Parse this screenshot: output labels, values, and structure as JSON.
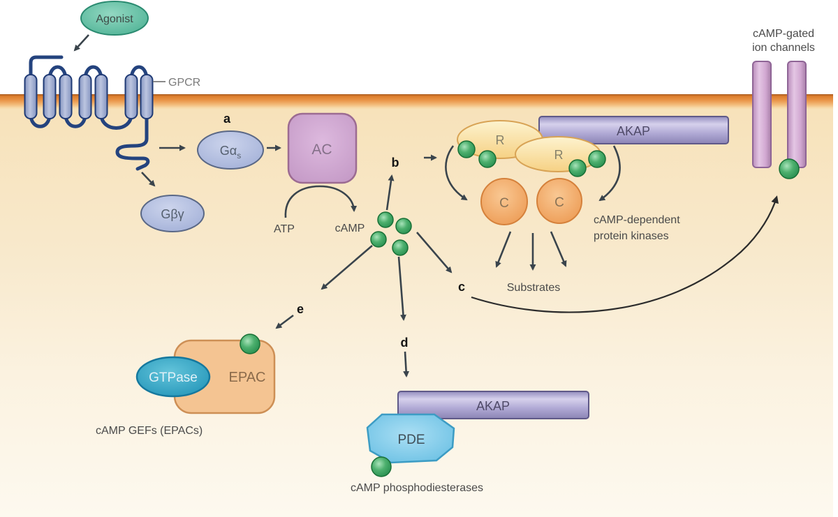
{
  "figure": {
    "description": "cAMP signalling pathway diagram with GPCR, G proteins, adenylyl cyclase, PKA, EPAC, PDE and cAMP-gated ion channels"
  },
  "labels": {
    "agonist": "Agonist",
    "gpcr": "GPCR",
    "gas_main": "Gα",
    "gas_sub": "s",
    "gbg": "Gβγ",
    "ac": "AC",
    "atp": "ATP",
    "camp": "cAMP",
    "r1": "R",
    "r2": "R",
    "akap_top": "AKAP",
    "akap_bottom": "AKAP",
    "c1": "C",
    "c2": "C",
    "pka_line1": "cAMP-dependent",
    "pka_line2": "protein kinases",
    "substrates": "Substrates",
    "ion_channels_line1": "cAMP-gated",
    "ion_channels_line2": "ion channels",
    "gtpase": "GTPase",
    "epac": "EPAC",
    "gefs_caption": "cAMP GEFs (EPACs)",
    "pde": "PDE",
    "pde_caption": "cAMP phosphodiesterases",
    "step_a": "a",
    "step_b": "b",
    "step_c": "c",
    "step_d": "d",
    "step_e": "e"
  },
  "colors": {
    "membrane_orange": "#ea9548",
    "cell_interior": "#f7e2ba",
    "camp_dot_green": "#2f9e57",
    "receptor_blue": "#8d9cc6",
    "g_protein_lavender": "#aab6de",
    "ac_mauve": "#c9a0cb",
    "r_subunit_cream": "#f9dd99",
    "c_subunit_orange": "#ee9c55",
    "akap_purple": "#b0a9d3",
    "ion_channel_pink": "#d2a9d2",
    "agonist_teal": "#4bb295",
    "gtpase_teal": "#1f95ba",
    "epac_peach": "#f4c492",
    "pde_blue": "#6fc3e6",
    "arrow_dark": "#3a444c"
  }
}
